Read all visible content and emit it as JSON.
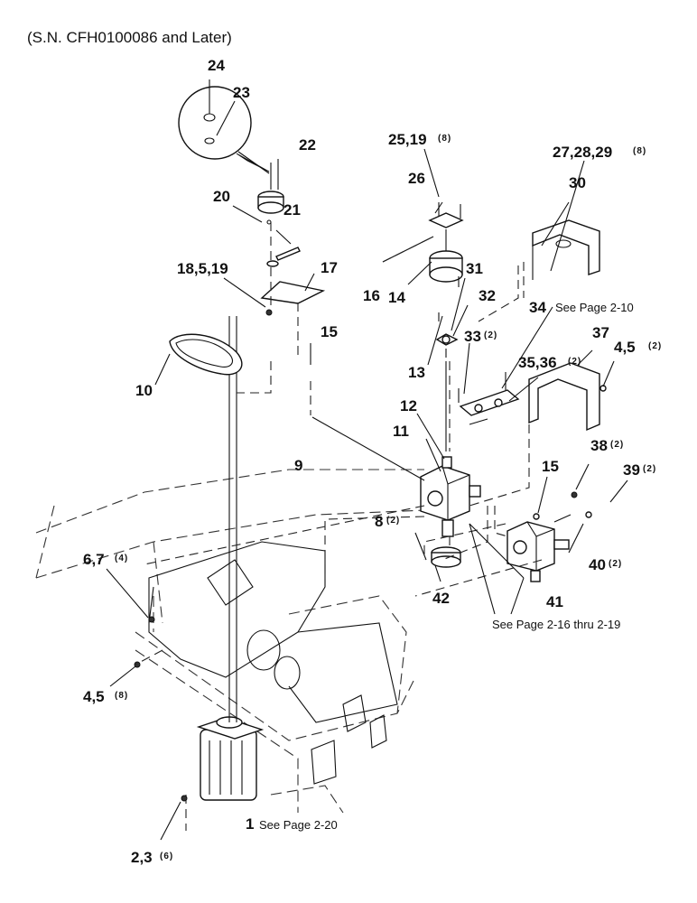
{
  "header": {
    "serial_note": "(S.N. CFH0100086 and Later)"
  },
  "callouts": {
    "c24": "24",
    "c23": "23",
    "c22": "22",
    "c20": "20",
    "c21": "21",
    "c18": "18,5,19",
    "c17": "17",
    "c10": "10",
    "c15a": "15",
    "c25": "25,19",
    "c25_qty": "(8)",
    "c26": "26",
    "c16": "16",
    "c14": "14",
    "c31": "31",
    "c32": "32",
    "c13": "13",
    "c33": "33",
    "c33_qty": "(2)",
    "c12": "12",
    "c11": "11",
    "c9": "9",
    "c27": "27,28,29",
    "c27_qty": "(8)",
    "c30": "30",
    "c34": "34",
    "c37": "37",
    "c45a": "4,5",
    "c45a_qty": "(2)",
    "c35": "35,36",
    "c35_qty": "(2)",
    "c15b": "15",
    "c38": "38",
    "c38_qty": "(2)",
    "c39": "39",
    "c39_qty": "(2)",
    "c8": "8",
    "c8_qty": "(2)",
    "c40": "40",
    "c40_qty": "(2)",
    "c41": "41",
    "c42": "42",
    "c67": "6,7",
    "c67_qty": "(4)",
    "c45b": "4,5",
    "c45b_qty": "(8)",
    "c1": "1",
    "c23b": "2,3",
    "c23b_qty": "(6)"
  },
  "notes": {
    "see_2_10": "See Page 2-10",
    "see_2_16": "See Page 2-16 thru 2-19",
    "see_2_20": "See Page 2-20"
  }
}
